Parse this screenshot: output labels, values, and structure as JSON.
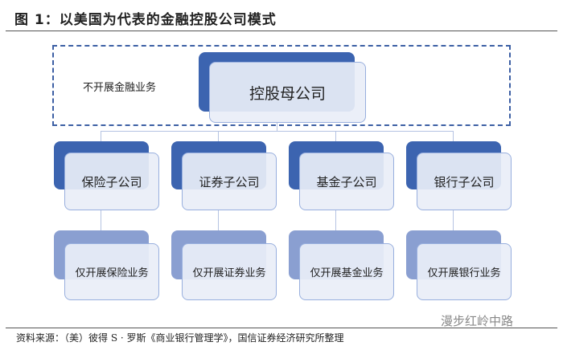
{
  "title": "图 1：以美国为代表的金融控股公司模式",
  "holding": {
    "label": "控股母公司",
    "note": "不开展金融业务"
  },
  "subsidiaries": [
    {
      "label": "保险子公司",
      "business": "仅开展保险业务"
    },
    {
      "label": "证券子公司",
      "business": "仅开展证券业务"
    },
    {
      "label": "基金子公司",
      "business": "仅开展基金业务"
    },
    {
      "label": "银行子公司",
      "business": "仅开展银行业务"
    }
  ],
  "source": "资料来源：（美）彼得 S · 罗斯《商业银行管理学》，国信证券经济研究所整理",
  "watermark": "漫步红岭中路",
  "colors": {
    "dark": "#3c64b0",
    "mid": "#8a9fd1",
    "light": "#e9eef7"
  }
}
